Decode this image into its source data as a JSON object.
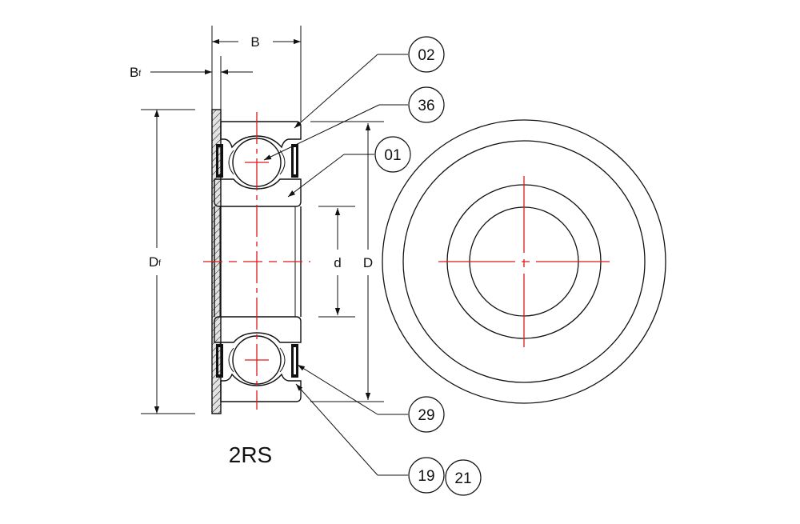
{
  "dimensions": {
    "width": "B",
    "flange_width_main": "B",
    "flange_width_sub": "f",
    "flange_diameter_main": "D",
    "flange_diameter_sub": "f",
    "bore": "d",
    "outer_diameter": "D"
  },
  "callouts": [
    "02",
    "36",
    "01",
    "29",
    "19",
    "21"
  ],
  "caption": "2RS",
  "colors": {
    "line": "#111111",
    "centerline": "#e01818",
    "section_fill": "#d9d9d9",
    "seal": "#111111"
  }
}
